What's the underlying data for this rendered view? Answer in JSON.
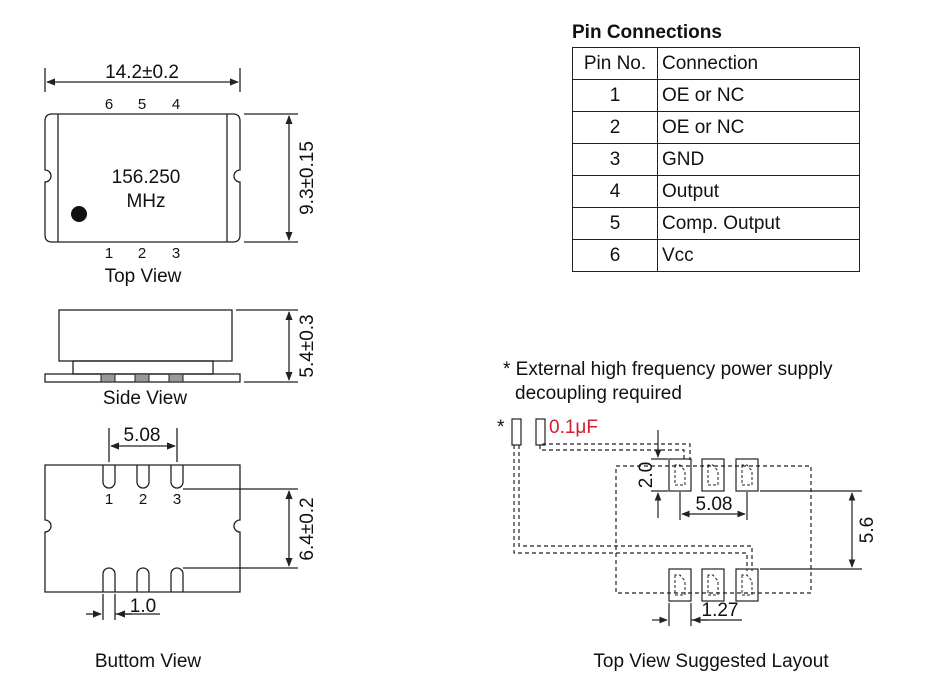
{
  "pin_table": {
    "title": "Pin Connections",
    "headers": [
      "Pin No.",
      "Connection"
    ],
    "rows": [
      [
        "1",
        "OE or NC"
      ],
      [
        "2",
        "OE or NC"
      ],
      [
        "3",
        "GND"
      ],
      [
        "4",
        "Output"
      ],
      [
        "5",
        "Comp. Output"
      ],
      [
        "6",
        "Vcc"
      ]
    ]
  },
  "top_view": {
    "caption": "Top View",
    "width_dim": "14.2±0.2",
    "height_dim": "9.3±0.15",
    "marking_freq": "156.250",
    "marking_unit": "MHz",
    "pins_top": [
      "6",
      "5",
      "4"
    ],
    "pins_bottom": [
      "1",
      "2",
      "3"
    ]
  },
  "side_view": {
    "caption": "Side View",
    "height_dim": "5.4±0.3"
  },
  "bottom_view": {
    "caption": "Buttom View",
    "pitch_dim": "5.08",
    "height_dim": "6.4±0.2",
    "pad_width_dim": "1.0",
    "pins": [
      "1",
      "2",
      "3"
    ]
  },
  "layout": {
    "caption": "Top View Suggested Layout",
    "note_line1": "* External high frequency power supply",
    "note_line2": "decoupling required",
    "asterisk": "*",
    "capacitor": "0.1μF",
    "dim_pad_height": "2.0",
    "dim_pitch": "5.08",
    "dim_row_spacing": "5.6",
    "dim_pad_width": "1.27"
  },
  "colors": {
    "line": "#222222",
    "capacitor_label": "#d0202a",
    "pad_fill": "#999999",
    "marker_dot": "#111111"
  }
}
